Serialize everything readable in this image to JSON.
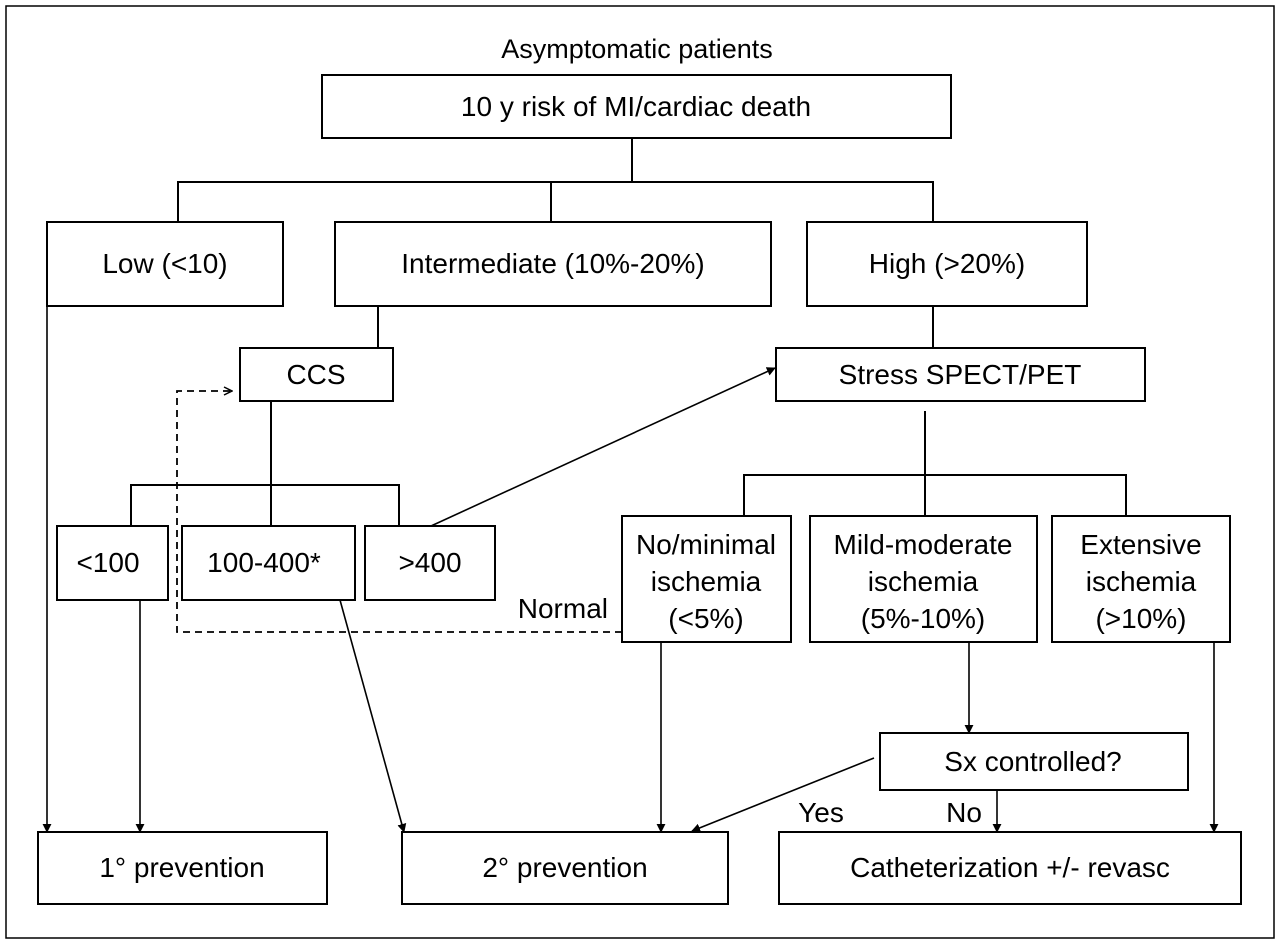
{
  "title": "Asymptomatic patients",
  "root": "10 y risk of MI/cardiac death",
  "risk": {
    "low": "Low (<10)",
    "intermediate": "Intermediate (10%-20%)",
    "high": "High (>20%)"
  },
  "ccs": {
    "label": "CCS",
    "lt100": "<100",
    "mid": "100-400*",
    "gt400": ">400"
  },
  "stress": "Stress SPECT/PET",
  "ischemia": {
    "none": [
      "No/minimal",
      "ischemia",
      "(<5%)"
    ],
    "mild": [
      "Mild-moderate",
      "ischemia",
      "(5%-10%)"
    ],
    "extensive": [
      "Extensive",
      "ischemia",
      "(>10%)"
    ]
  },
  "normal_label": "Normal",
  "sx_controlled": "Sx controlled?",
  "yes_label": "Yes",
  "no_label": "No",
  "outcomes": {
    "primary": "1° prevention",
    "secondary": "2° prevention",
    "cath": "Catheterization +/- revasc"
  }
}
